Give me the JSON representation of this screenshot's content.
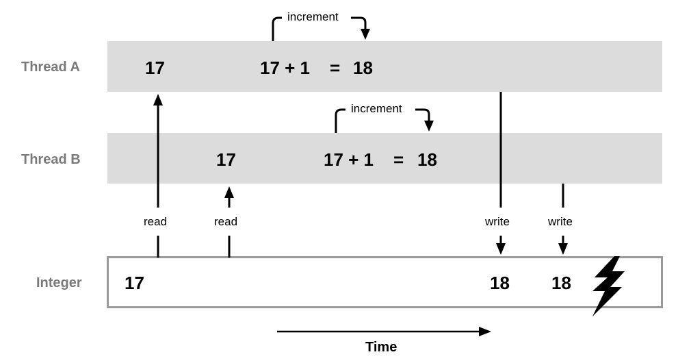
{
  "rows": {
    "thread_a": "Thread A",
    "thread_b": "Thread B",
    "integer": "Integer"
  },
  "thread_a": {
    "read_value": "17",
    "calc_lhs": "17 + 1",
    "calc_eq": "=",
    "calc_result": "18",
    "increment_label": "increment"
  },
  "thread_b": {
    "read_value": "17",
    "calc_lhs": "17 + 1",
    "calc_eq": "=",
    "calc_result": "18",
    "increment_label": "increment"
  },
  "integer": {
    "initial": "17",
    "after_write_a": "18",
    "after_write_b": "18"
  },
  "ops": {
    "read_a": "read",
    "read_b": "read",
    "write_a": "write",
    "write_b": "write"
  },
  "time_label": "Time",
  "colors": {
    "band": "#dcdcdc",
    "row_label": "#7a7a7a",
    "box_border": "#9a9a9a",
    "ink": "#000000"
  },
  "icons": [
    "lightning-bolt-icon",
    "arrow-up-icon",
    "arrow-down-icon",
    "arrow-right-icon"
  ]
}
